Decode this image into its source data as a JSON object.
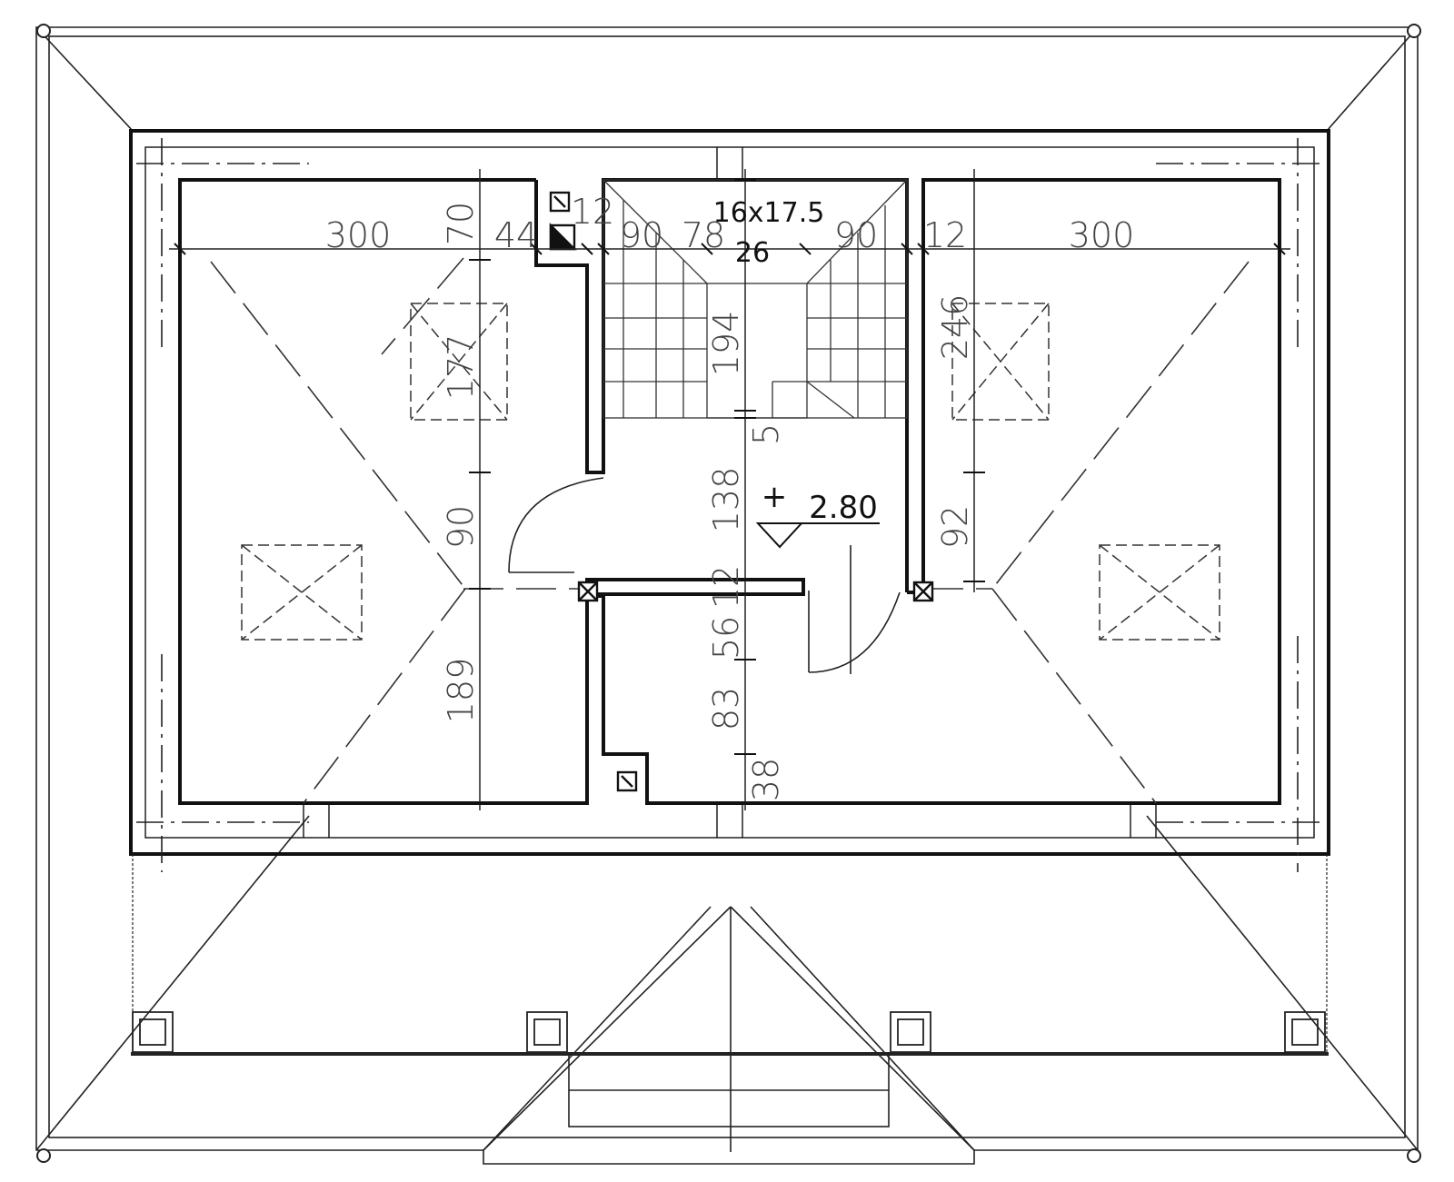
{
  "plan": {
    "stair": {
      "count_size": "16x17.5",
      "tread": "26"
    },
    "level_mark": {
      "sign": "+",
      "value": "2.80"
    },
    "dimensions": {
      "top_left_room": "300",
      "top_right_room": "300",
      "d70": "70",
      "d44": "44",
      "d12_top": "12",
      "d90_left": "90",
      "d78": "78",
      "d90_right": "90",
      "d12_right": "12",
      "d177": "177",
      "d90_vertical": "90",
      "d189": "189",
      "d194": "194",
      "d5": "5",
      "d138": "138",
      "d12_mid": "12",
      "d56": "56",
      "d83": "83",
      "d38": "38",
      "d246": "246",
      "d92": "92"
    }
  }
}
